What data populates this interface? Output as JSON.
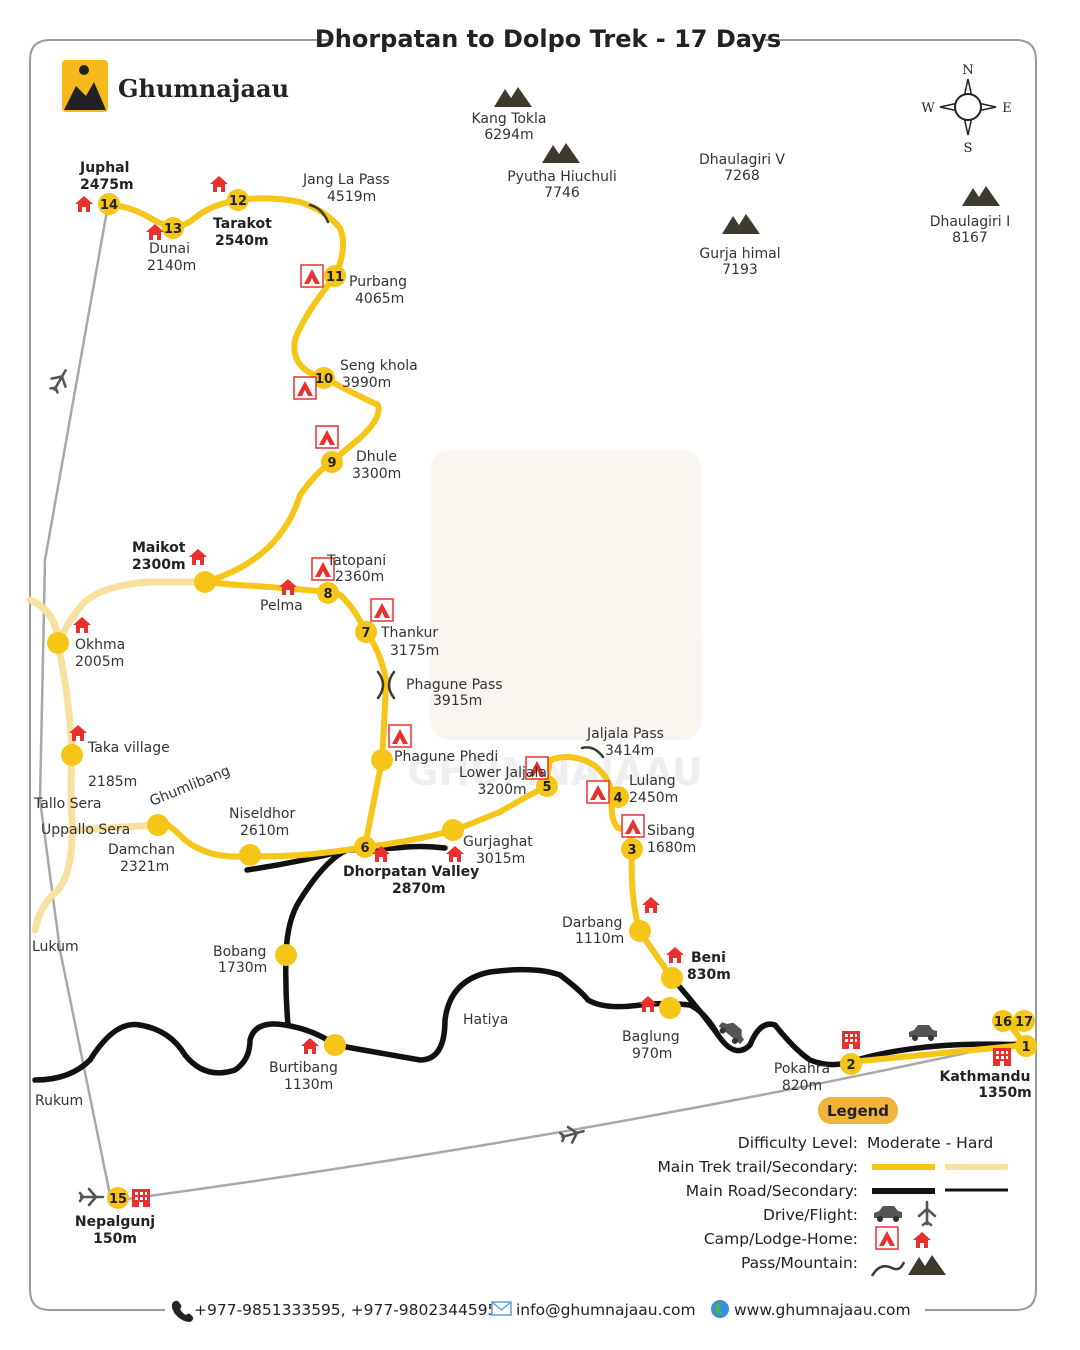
{
  "title": "Dhorpatan to Dolpo Trek - 17 Days",
  "brand": {
    "name": "Ghumnajaau",
    "watermark": "GHUMNAJAAU"
  },
  "compass": {
    "n": "N",
    "s": "S",
    "e": "E",
    "w": "W"
  },
  "colors": {
    "trail": "#f5c518",
    "trail_secondary": "#f7e0a0",
    "road": "#111111",
    "flight": "#a8a8a8",
    "home": "#e8312f",
    "mountain": "#3d3a30",
    "legend_badge": "#f0b43c"
  },
  "mountains": [
    {
      "name": "Kang Tokla",
      "alt": "6294m"
    },
    {
      "name": "Pyutha Hiuchuli",
      "alt": "7746"
    },
    {
      "name": "Dhaulagiri V",
      "alt": "7268"
    },
    {
      "name": "Gurja himal",
      "alt": "7193"
    },
    {
      "name": "Dhaulagiri I",
      "alt": "8167"
    }
  ],
  "stops": [
    {
      "num": "1",
      "name": "Kathmandu",
      "alt": "1350m"
    },
    {
      "num": "2",
      "name": "Pokahra",
      "alt": "820m"
    },
    {
      "num": "3",
      "name": "Sibang",
      "alt": "1680m"
    },
    {
      "num": "4",
      "name": "Lulang",
      "alt": "2450m"
    },
    {
      "num": "5",
      "name": "Lower Jaljala",
      "alt": "3200m"
    },
    {
      "num": "6",
      "name": "Dhorpatan Valley",
      "alt": "2870m"
    },
    {
      "num": "7",
      "name": "Thankur",
      "alt": "3175m"
    },
    {
      "num": "8",
      "name": "Tatopani",
      "alt": "2360m"
    },
    {
      "num": "9",
      "name": "Dhule",
      "alt": "3300m"
    },
    {
      "num": "10",
      "name": "Seng khola",
      "alt": "3990m"
    },
    {
      "num": "11",
      "name": "Purbang",
      "alt": "4065m"
    },
    {
      "num": "12",
      "name": "Tarakot",
      "alt": "2540m"
    },
    {
      "num": "13",
      "name": "Dunai",
      "alt": "2140m"
    },
    {
      "num": "14",
      "name": "Juphal",
      "alt": "2475m"
    },
    {
      "num": "15",
      "name": "Nepalgunj",
      "alt": "150m"
    },
    {
      "num": "16",
      "name": "",
      "alt": ""
    },
    {
      "num": "17",
      "name": "",
      "alt": ""
    }
  ],
  "places": [
    {
      "name": "Maikot",
      "alt": "2300m"
    },
    {
      "name": "Pelma",
      "alt": ""
    },
    {
      "name": "Okhma",
      "alt": "2005m"
    },
    {
      "name": "Taka village",
      "alt": "2185m"
    },
    {
      "name": "Tallo Sera",
      "alt": ""
    },
    {
      "name": "Uppallo Sera",
      "alt": ""
    },
    {
      "name": "Ghumlibang",
      "alt": ""
    },
    {
      "name": "Damchan",
      "alt": "2321m"
    },
    {
      "name": "Niseldhor",
      "alt": "2610m"
    },
    {
      "name": "Phagune Phedi",
      "alt": ""
    },
    {
      "name": "Gurjaghat",
      "alt": "3015m"
    },
    {
      "name": "Lukum",
      "alt": ""
    },
    {
      "name": "Bobang",
      "alt": "1730m"
    },
    {
      "name": "Burtibang",
      "alt": "1130m"
    },
    {
      "name": "Hatiya",
      "alt": ""
    },
    {
      "name": "Darbang",
      "alt": "1110m"
    },
    {
      "name": "Beni",
      "alt": "830m"
    },
    {
      "name": "Baglung",
      "alt": "970m"
    },
    {
      "name": "Rukum",
      "alt": ""
    }
  ],
  "passes": [
    {
      "name": "Jang La Pass",
      "alt": "4519m"
    },
    {
      "name": "Phagune Pass",
      "alt": "3915m"
    },
    {
      "name": "Jaljala Pass",
      "alt": "3414m"
    }
  ],
  "legend": {
    "badge": "Legend",
    "difficulty_label": "Difficulty Level:",
    "difficulty_value": "Moderate - Hard",
    "trail_label": "Main Trek trail/Secondary:",
    "road_label": "Main Road/Secondary:",
    "drive_label": "Drive/Flight:",
    "camp_label": "Camp/Lodge-Home:",
    "pass_label": "Pass/Mountain:"
  },
  "footer": {
    "phones": "+977-9851333595, +977-9802344595",
    "email": "info@ghumnajaau.com",
    "website": "www.ghumnajaau.com"
  }
}
